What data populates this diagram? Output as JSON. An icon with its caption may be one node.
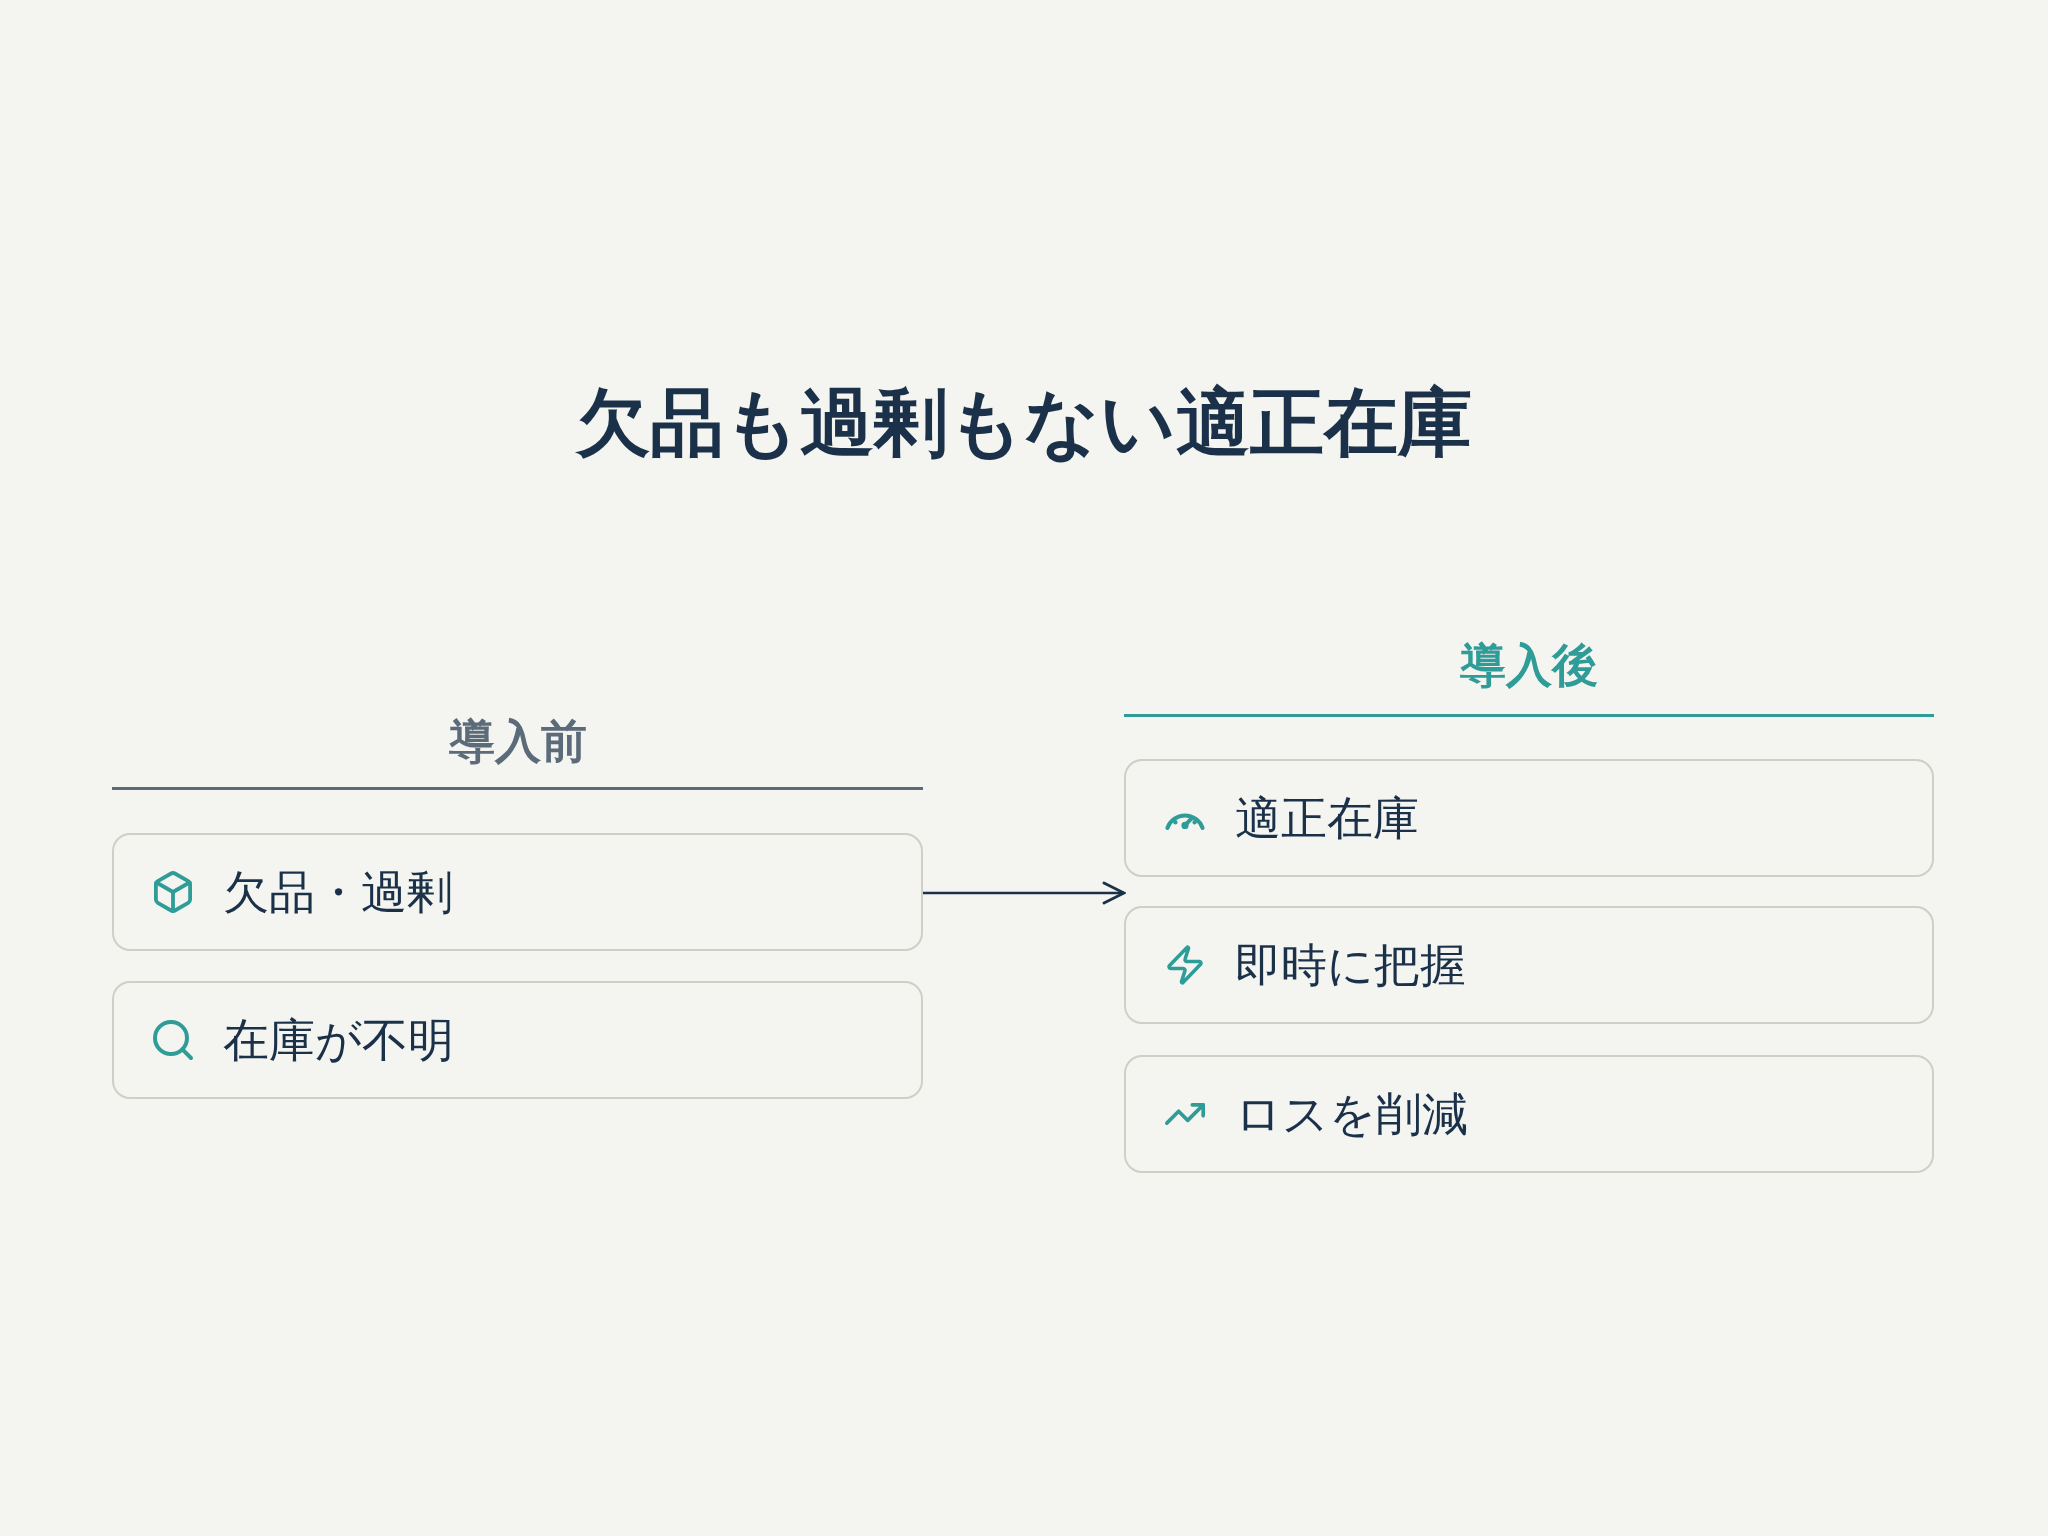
{
  "diagram": {
    "title": "欠品も過剰もない適正在庫",
    "nodes": [
      {
        "text": [
          "導入前"
        ]
      },
      {
        "text": [
          "欠品・過剰"
        ],
        "in": 0
      },
      {
        "text": [
          "在庫が不明"
        ],
        "in": 0
      },
      {
        "text": [
          "導入後"
        ]
      },
      {
        "text": [
          "適正在庫"
        ],
        "in": 3
      },
      {
        "text": [
          "即時に把握"
        ],
        "in": 3
      },
      {
        "text": [
          "ロスを削減"
        ],
        "in": 3
      }
    ],
    "edges": [
      {
        "from": 0,
        "to": 3,
        "arrow": "to"
      }
    ]
  }
}
